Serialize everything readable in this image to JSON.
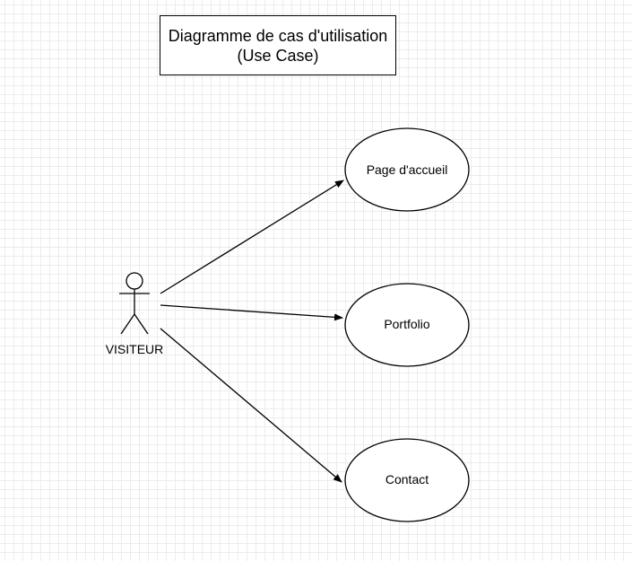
{
  "diagram": {
    "title_line1": "Diagramme de cas d'utilisation",
    "title_line2": "(Use Case)",
    "actor": {
      "label": "VISITEUR"
    },
    "use_cases": [
      {
        "label": "Page d'accueil"
      },
      {
        "label": "Portfolio"
      },
      {
        "label": "Contact"
      }
    ]
  }
}
